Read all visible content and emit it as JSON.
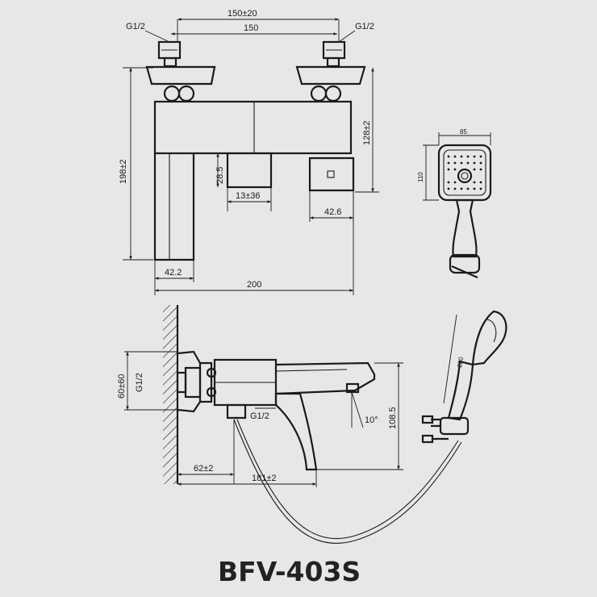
{
  "model": "BFV-403S",
  "top_view": {
    "dim_overall_center": "150±20",
    "dim_center": "150",
    "thread_left": "G1/2",
    "thread_right": "G1/2",
    "dim_total_height": "198±2",
    "dim_upper_height": "128±2",
    "dim_spout_height": "28.5",
    "dim_spout_width": "13±36",
    "dim_handle_width": "42.6",
    "dim_base_width": "42.2",
    "dim_total_width": "200"
  },
  "side_view": {
    "dim_eccentric": "60±60",
    "thread_inlet": "G1/2",
    "thread_outlet": "G1/2",
    "dim_height": "108.5",
    "angle": "10°",
    "dim_wall": "62±2",
    "dim_reach": "181±2"
  },
  "hand_shower": {
    "dim_width": "85",
    "dim_height": "110",
    "dim_length": "220"
  }
}
